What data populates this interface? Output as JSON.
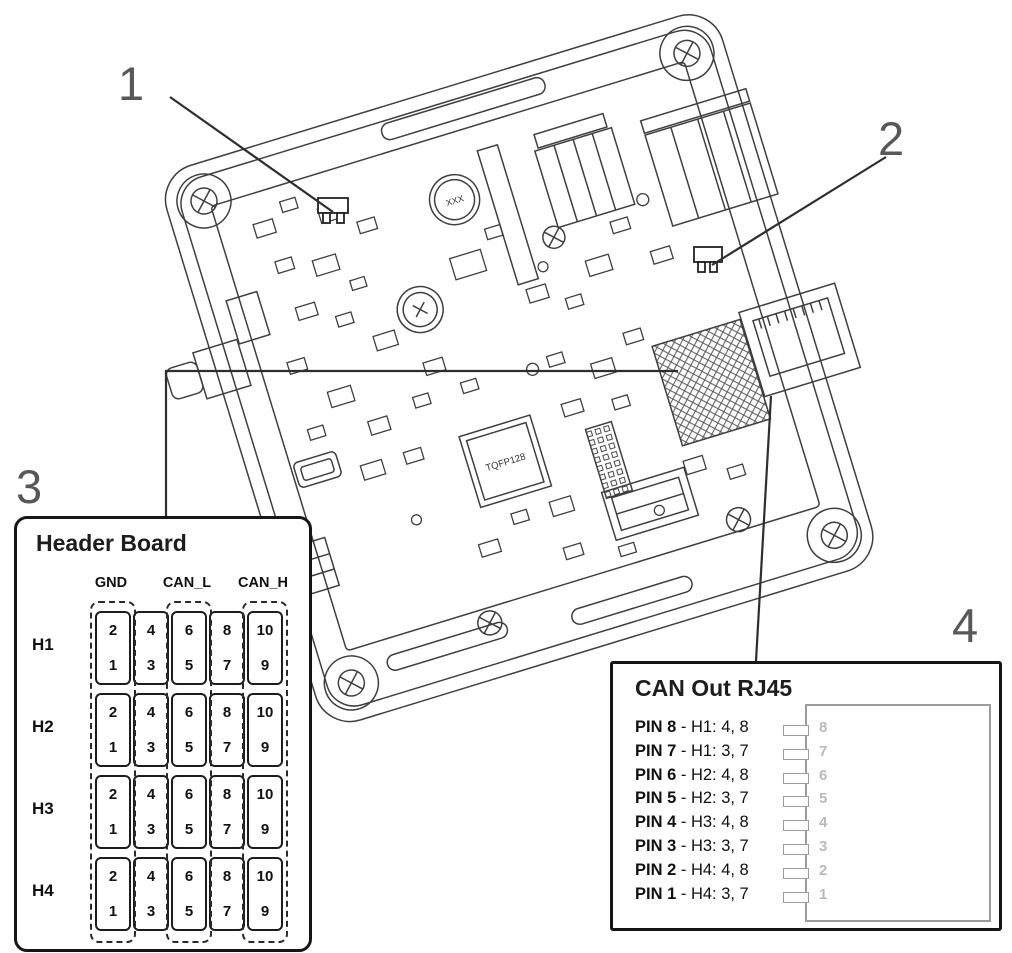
{
  "callouts": {
    "n1": "1",
    "n2": "2",
    "n3": "3",
    "n4": "4"
  },
  "board": {
    "chip_label": "TQFP128",
    "cap_label": "XXX"
  },
  "header_board": {
    "title": "Header Board",
    "col_labels": [
      "GND",
      "CAN_L",
      "CAN_H"
    ],
    "rows": [
      {
        "label": "H1",
        "pins_top": [
          "2",
          "4",
          "6",
          "8",
          "10"
        ],
        "pins_bottom": [
          "1",
          "3",
          "5",
          "7",
          "9"
        ]
      },
      {
        "label": "H2",
        "pins_top": [
          "2",
          "4",
          "6",
          "8",
          "10"
        ],
        "pins_bottom": [
          "1",
          "3",
          "5",
          "7",
          "9"
        ]
      },
      {
        "label": "H3",
        "pins_top": [
          "2",
          "4",
          "6",
          "8",
          "10"
        ],
        "pins_bottom": [
          "1",
          "3",
          "5",
          "7",
          "9"
        ]
      },
      {
        "label": "H4",
        "pins_top": [
          "2",
          "4",
          "6",
          "8",
          "10"
        ],
        "pins_bottom": [
          "1",
          "3",
          "5",
          "7",
          "9"
        ]
      }
    ]
  },
  "can_out": {
    "title": "CAN Out RJ45",
    "rows": [
      {
        "pin": "PIN 8",
        "map": "- H1: 4, 8",
        "jack_pin": "8"
      },
      {
        "pin": "PIN 7",
        "map": "- H1: 3, 7",
        "jack_pin": "7"
      },
      {
        "pin": "PIN 6",
        "map": "- H2: 4, 8",
        "jack_pin": "6"
      },
      {
        "pin": "PIN 5",
        "map": "- H2: 3, 7",
        "jack_pin": "5"
      },
      {
        "pin": "PIN 4",
        "map": "- H3: 4, 8",
        "jack_pin": "4"
      },
      {
        "pin": "PIN 3",
        "map": "- H3: 3, 7",
        "jack_pin": "3"
      },
      {
        "pin": "PIN 2",
        "map": "- H4: 4, 8",
        "jack_pin": "2"
      },
      {
        "pin": "PIN 1",
        "map": "- H4: 3, 7",
        "jack_pin": "1"
      }
    ]
  }
}
